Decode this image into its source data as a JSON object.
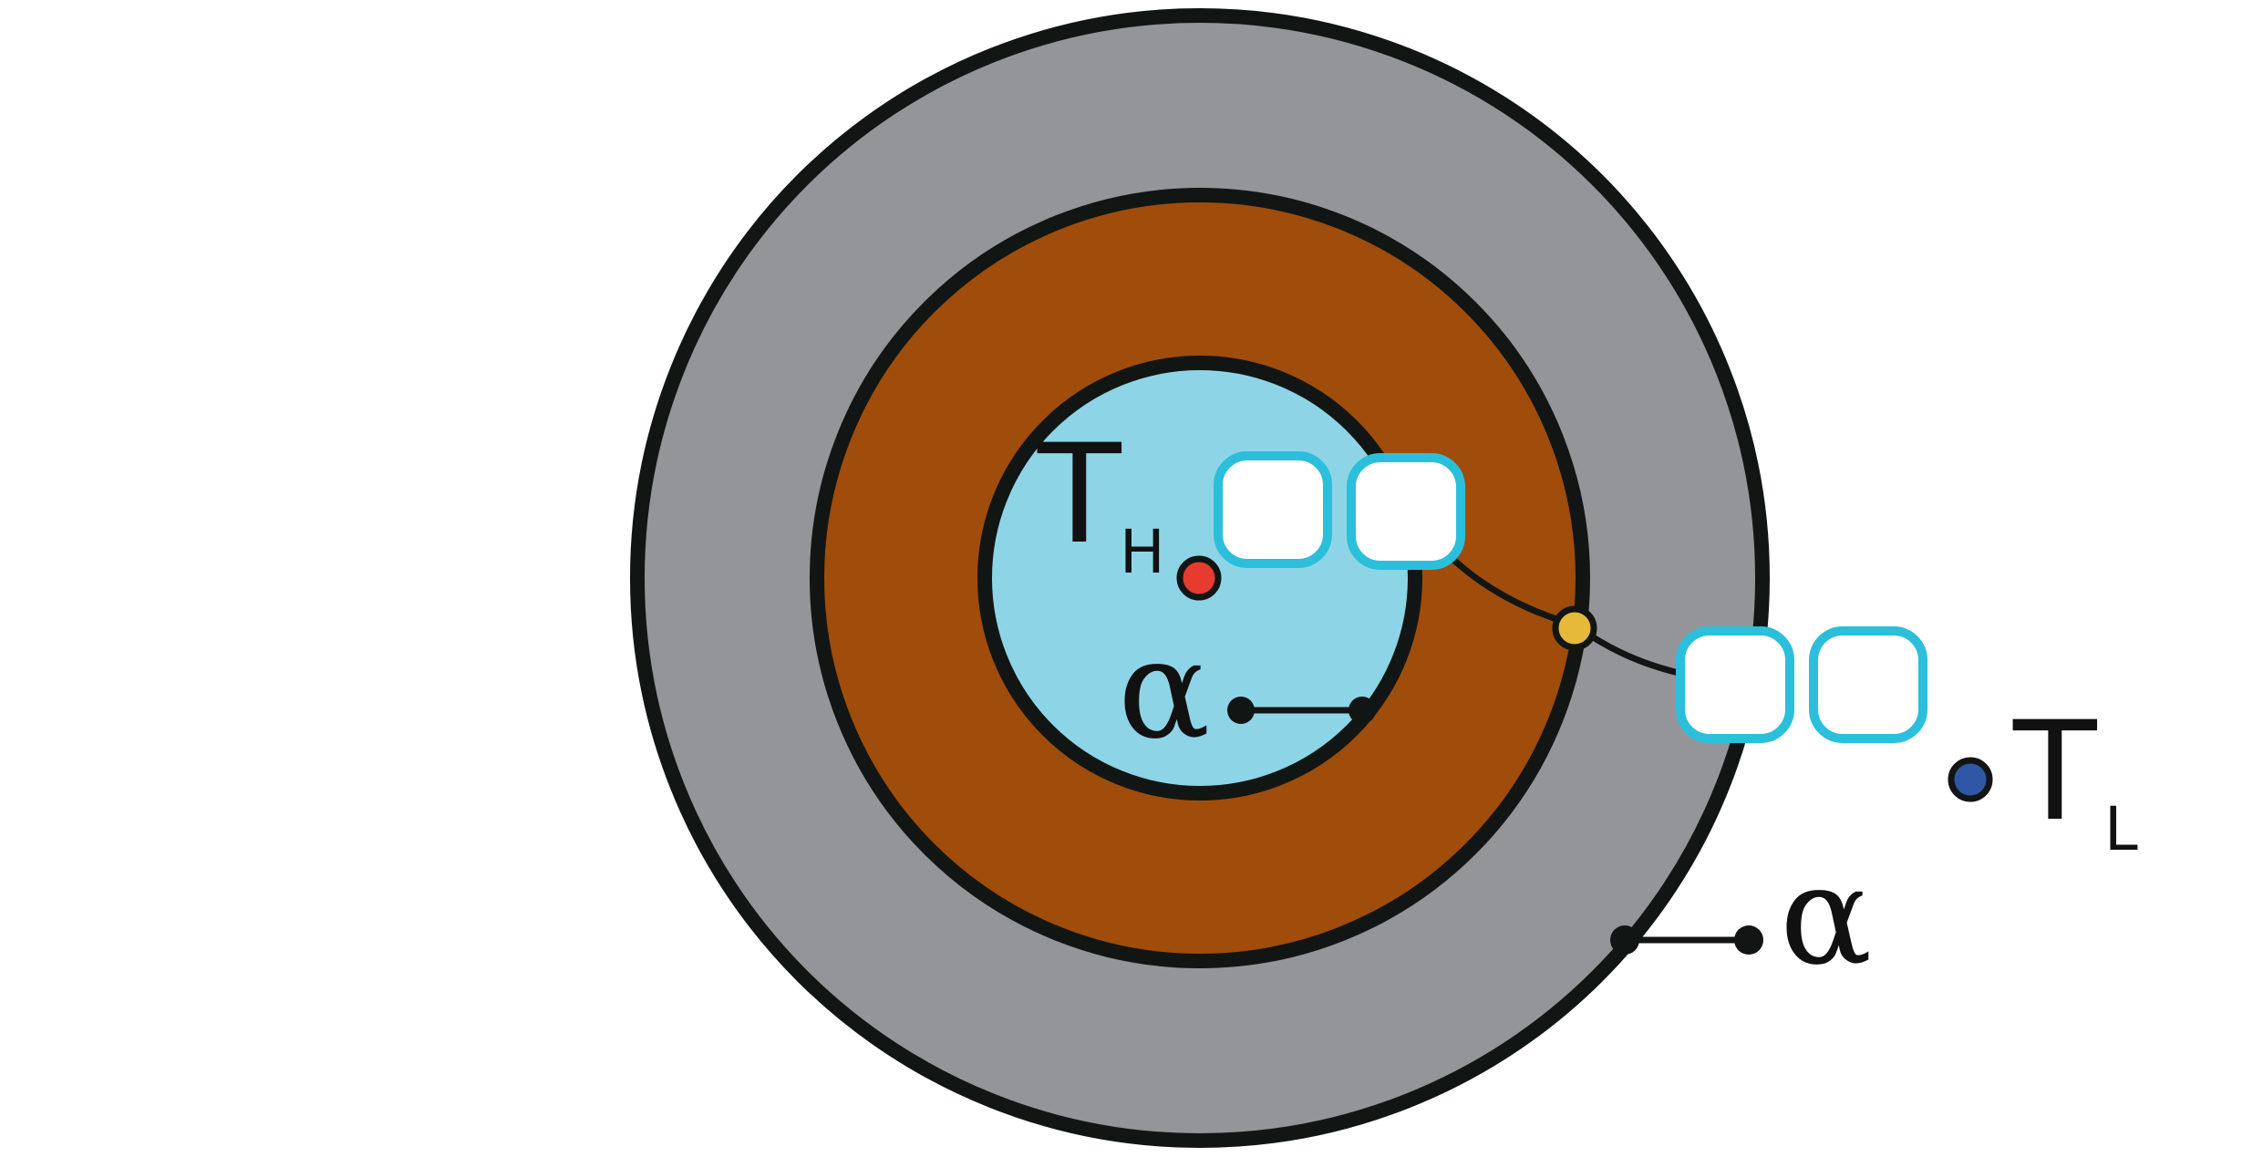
{
  "diagram": {
    "labels": {
      "inner_temperature_main": "T",
      "inner_temperature_sub": "H",
      "outer_temperature_main": "T",
      "outer_temperature_sub": "L",
      "inner_alpha": "α",
      "outer_alpha": "α"
    },
    "colors": {
      "outer_ring": "#949598",
      "middle_ring": "#A04C0A",
      "inner_disk": "#8DD5E6",
      "outline": "#111614",
      "box_border": "#2BBFDB",
      "box_fill": "#ffffff",
      "hot_dot": "#E63B2E",
      "cold_dot": "#2F57A5",
      "junction_dot": "#E5B93A"
    }
  }
}
